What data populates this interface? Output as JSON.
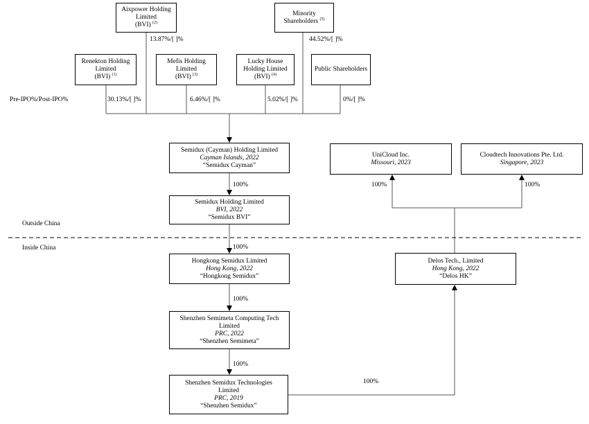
{
  "shareholders": {
    "aixpower": {
      "line1": "Aixpower Holding",
      "line2": "Limited",
      "line3": "(BVI)",
      "note": "(2)",
      "pct": "13.87%/[  ]%"
    },
    "minority": {
      "line1": "Minority",
      "line2": "Shareholders",
      "note": "(5)",
      "pct": "44.52%/[  ]%"
    },
    "renekton": {
      "line1": "Renekton Holding",
      "line2": "Limited",
      "line3": "(BVI)",
      "note": "(1)",
      "pct": "30.13%/[  ]%"
    },
    "mefis": {
      "line1": "Mefis Holding",
      "line2": "Limited",
      "line3": "(BVI)",
      "note": "(3)",
      "pct": "6.46%/[  ]%"
    },
    "lucky": {
      "line1": "Lucky House",
      "line2": "Holding Limited",
      "line3": "(BVI)",
      "note": "(4)",
      "pct": "5.02%/[  ]%"
    },
    "public": {
      "line1": "Public Shareholders",
      "pct": "0%/[  ]%"
    }
  },
  "labels": {
    "pre_post_ipo": "Pre-IPO%/Post-IPO%",
    "outside_china": "Outside China",
    "inside_china": "Inside China"
  },
  "entities": {
    "cayman": {
      "name": "Semidux (Cayman) Holding Limited",
      "jurisdiction": "Cayman Islands, 2022",
      "alias": "“Semidux Cayman”"
    },
    "bvi": {
      "name": "Semidux Holding Limited",
      "jurisdiction": "BVI, 2022",
      "alias": "“Semidux BVI”"
    },
    "hk": {
      "name": "Hongkong Semidux Limited",
      "jurisdiction": "Hong Kong, 2022",
      "alias": "“Hongkong Semidux”"
    },
    "semimeta": {
      "name1": "Shenzhen Semimeta Computing Tech",
      "name2": "Limited",
      "jurisdiction": "PRC, 2022",
      "alias": "“Shenzhen Semimeta”"
    },
    "semidux_sz": {
      "name1": "Shenzhen Semidux Technologies",
      "name2": "Limited",
      "jurisdiction": "PRC, 2019",
      "alias": "“Shenzhen Semidux”"
    },
    "unicloud": {
      "name": "UniCloud Inc.",
      "jurisdiction": "Missouri, 2023"
    },
    "cloudtech": {
      "name": "Cloudtech Innovations Pte. Ltd.",
      "jurisdiction": "Singapore, 2023"
    },
    "delos": {
      "name": "Delos Tech., Limited",
      "jurisdiction": "Hong Kong, 2022",
      "alias": "“Delos HK”"
    }
  },
  "percentages": {
    "cayman_bvi": "100%",
    "bvi_hk": "100%",
    "hk_semimeta": "100%",
    "semimeta_sz": "100%",
    "sz_delos": "100%",
    "delos_unicloud": "100%",
    "delos_cloudtech": "100%"
  }
}
